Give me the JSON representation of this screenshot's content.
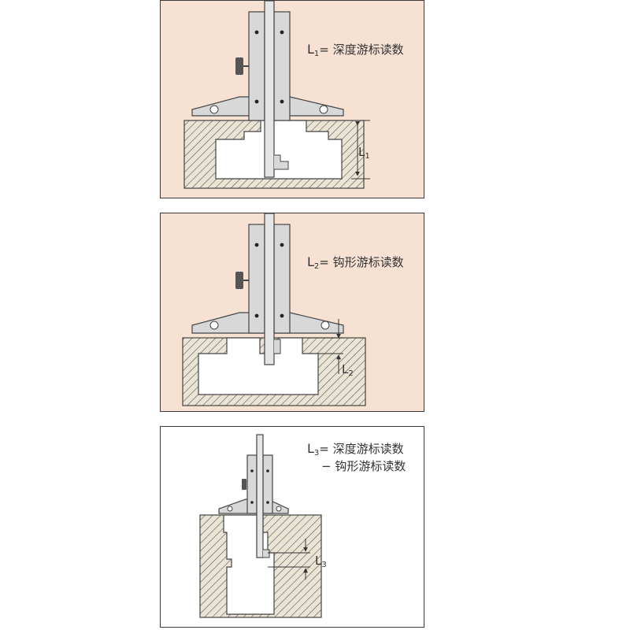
{
  "colors": {
    "background": "#f6e1d2",
    "frame": "#3a3a3a",
    "metal": "#d8d8d8",
    "cavity": "#ffffff",
    "ground": "#e9e4d4"
  },
  "panels": [
    {
      "caption_letter": "L",
      "caption_sub": "1",
      "caption_text": "= 深度游标读数",
      "dim_letter": "L",
      "dim_sub": "1"
    },
    {
      "caption_letter": "L",
      "caption_sub": "2",
      "caption_text": "= 钩形游标读数",
      "dim_letter": "L",
      "dim_sub": "2"
    },
    {
      "caption_letter": "L",
      "caption_sub": "3",
      "caption_text": "= 深度游标读数",
      "caption_line2": "− 钩形游标读数",
      "dim_letter": "L",
      "dim_sub": "3"
    }
  ]
}
